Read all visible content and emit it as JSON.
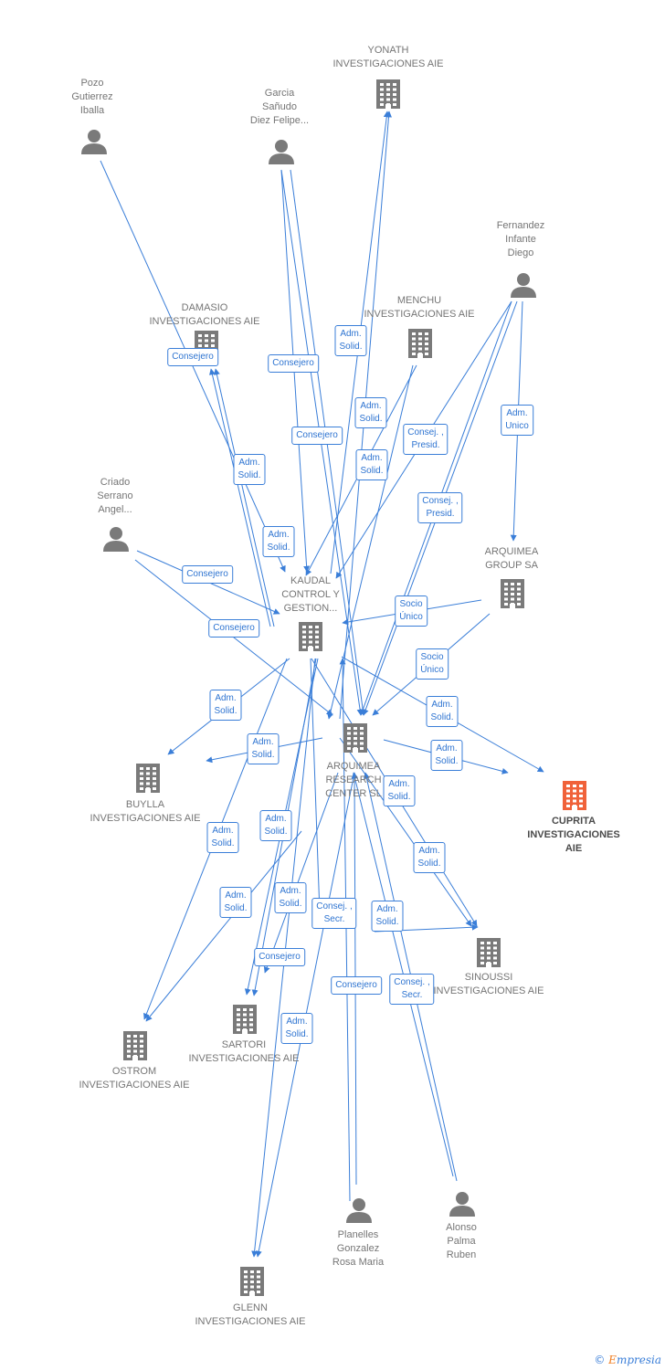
{
  "colors": {
    "edge": "#3a7ed8",
    "node": "#7a7a7a",
    "focus": "#f0623a"
  },
  "nodes": {
    "yonath": {
      "label": "YONATH\nINVESTIGACIONES AIE",
      "kind": "company"
    },
    "pozo": {
      "label": "Pozo\nGutierrez\nIballa",
      "kind": "person"
    },
    "garcia": {
      "label": "Garcia\nSañudo\nDiez Felipe...",
      "kind": "person"
    },
    "fernandez": {
      "label": "Fernandez\nInfante\nDiego",
      "kind": "person"
    },
    "damasio": {
      "label": "DAMASIO\nINVESTIGACIONES AIE",
      "kind": "company"
    },
    "menchu": {
      "label": "MENCHU\nINVESTIGACIONES AIE",
      "kind": "company"
    },
    "criado": {
      "label": "Criado\nSerrano\nAngel...",
      "kind": "person"
    },
    "arquimea_group": {
      "label": "ARQUIMEA\nGROUP SA",
      "kind": "company"
    },
    "kaudal": {
      "label": "KAUDAL\nCONTROL Y\nGESTION...",
      "kind": "company"
    },
    "arquimea_rc": {
      "label": "ARQUIMEA\nRESEARCH\nCENTER  SL",
      "kind": "company"
    },
    "buylla": {
      "label": "BUYLLA\nINVESTIGACIONES AIE",
      "kind": "company"
    },
    "cuprita": {
      "label": "CUPRITA\nINVESTIGACIONES AIE",
      "kind": "focus"
    },
    "sinoussi": {
      "label": "SINOUSSI\nINVESTIGACIONES AIE",
      "kind": "company"
    },
    "ostrom": {
      "label": "OSTROM\nINVESTIGACIONES AIE",
      "kind": "company"
    },
    "sartori": {
      "label": "SARTORI\nINVESTIGACIONES AIE",
      "kind": "company"
    },
    "planelles": {
      "label": "Planelles\nGonzalez\nRosa Maria",
      "kind": "person"
    },
    "alonso": {
      "label": "Alonso\nPalma\nRuben",
      "kind": "person"
    },
    "glenn": {
      "label": "GLENN\nINVESTIGACIONES AIE",
      "kind": "company"
    }
  },
  "edge_labels": [
    "Consejero",
    "Consejero",
    "Adm.\nSolid.",
    "Adm.\nSolid.",
    "Consejero",
    "Consej. ,\nPresid.",
    "Adm.\nSolid.",
    "Adm.\nUnico",
    "Consej. ,\nPresid.",
    "Adm.\nSolid.",
    "Adm.\nSolid.",
    "Consejero",
    "Socio\nÚnico",
    "Consejero",
    "Socio\nÚnico",
    "Adm.\nSolid.",
    "Adm.\nSolid.",
    "Adm.\nSolid.",
    "Adm.\nSolid.",
    "Adm.\nSolid.",
    "Adm.\nSolid.",
    "Adm.\nSolid.",
    "Adm.\nSolid.",
    "Adm.\nSolid.",
    "Adm.\nSolid.",
    "Consejero",
    "Consej. ,\nSecr.",
    "Adm.\nSolid.",
    "Consejero",
    "Consej. ,\nSecr.",
    "Adm.\nSolid."
  ],
  "footer": {
    "copyright": "©",
    "brand_e": "E",
    "brand_rest": "mpresia"
  }
}
